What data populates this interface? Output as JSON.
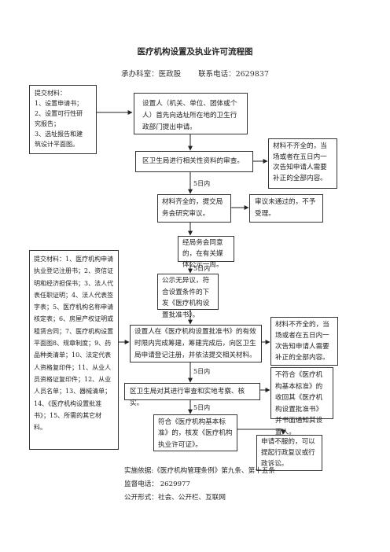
{
  "title": "医疗机构设置及执业许可流程图",
  "dept": "承办科室：医政股",
  "phone": "联系电话：2629837",
  "left_box_1": [
    "提交材料：",
    "1、设置申请书；",
    "2、设置可行性研",
    "究报告；",
    "3、选址报告和建",
    "筑设计平面图。"
  ],
  "step_1": "设置人（机关、单位、团体或个人）首先向选址所在地的卫生行政部门提出申请。",
  "step_2": "区卫生局进行相关性资料的审查。",
  "right_box_1": "材料不齐全的，当场或者在五日内一次告知申请人需要补正的全部内容。",
  "label_5day_1": "5日内",
  "step_3": "材料齐全的，提交局务会研究审议。",
  "right_box_2": "审议未通过的，不予受理。",
  "step_4": "经局务会同意的，在有关媒体公示一周。",
  "label_5day_2": "5日内",
  "step_5": "公示无异议，符合设置条件的下发《医疗机构设置批准书》。",
  "left_box_2": "提交材料：1、医疗机构申请执业登记注册书；2、资信证明和经济担保书；3、法人代表任职证明；4、法人代表签字表；5、医疗机构名称申请核定表；6、房屋产权证明或租赁合同；7、医疗机构设置平面图8、规章制度；9、药品种类清单；10、法定代表人资格复印件；11、从业人员资格证复印件；12、从业人员名单；13、器械清单；14、《医疗机构设置批准书》；15、所需的其它材料。",
  "step_6": "设置人在《医疗机构设置批准书》的有效时限内完成筹建，筹建完成后，向区卫生局申请登记注册，并依法提交相关材料。",
  "right_box_3": "材料不齐全的，当场或者在五日内一次告知申请人需要补正的全部内容。",
  "label_5day_3": "5日内",
  "step_7": "区卫生局对其进行审查和实地考察、核实。",
  "right_box_4": "不符合《医疗机构基本标准》的收回其《医疗机构设置批准书》并书面通知其设置人。",
  "label_5day_4": "5日内",
  "step_8": "符合《医疗机构基本标准》的，核发《医疗机构执业许可证》。",
  "right_box_5": "申请不服的，可以提起行政复议或行政诉讼。",
  "footer": {
    "basis": "实施依据:《医疗机构管理条例》第九条、第十五条",
    "supervise": "监督电话：  2629977",
    "publicity": "公开形式：社会、公开栏、互联网"
  }
}
